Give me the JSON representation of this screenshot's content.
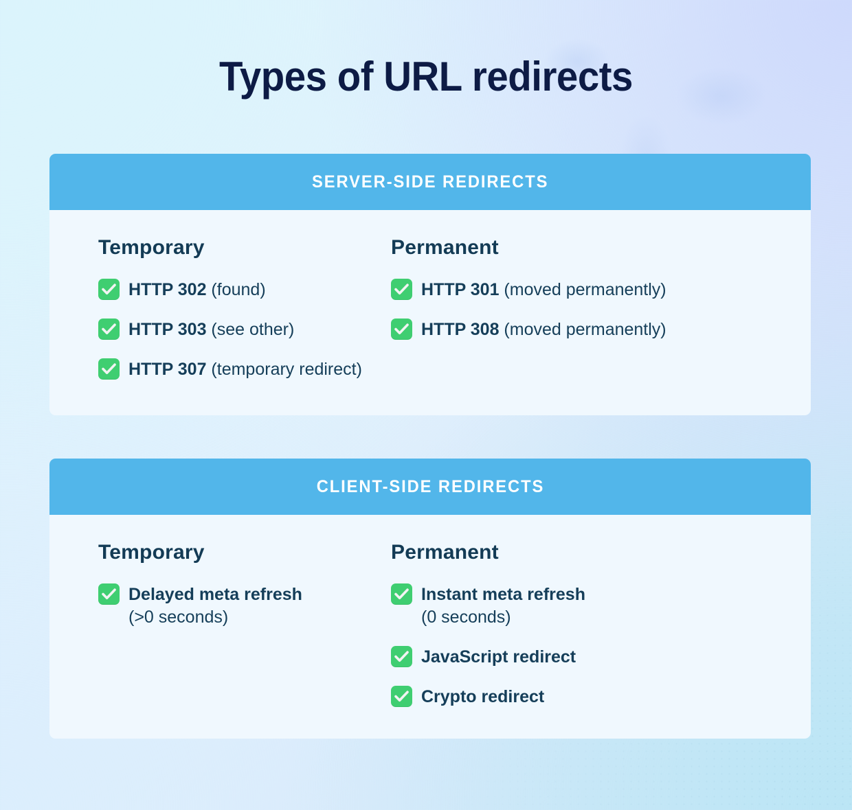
{
  "page": {
    "title": "Types of URL redirects",
    "colors": {
      "title_text": "#0D1B45",
      "header_blue": "#52B6EA",
      "panel_bg": "#F0F8FE",
      "body_text": "#153E59",
      "check_green": "#3FCE71",
      "check_mark": "#F2F4F3"
    }
  },
  "sections": [
    {
      "id": "server-side",
      "header": "SERVER-SIDE REDIRECTS",
      "columns": [
        {
          "id": "temporary",
          "title": "Temporary",
          "items": [
            {
              "icon": "check-box-icon",
              "strong": "HTTP 302",
              "note": " (found)",
              "sub": ""
            },
            {
              "icon": "check-box-icon",
              "strong": "HTTP 303",
              "note": " (see other)",
              "sub": ""
            },
            {
              "icon": "check-box-icon",
              "strong": "HTTP 307",
              "note": " (temporary redirect)",
              "sub": ""
            }
          ]
        },
        {
          "id": "permanent",
          "title": "Permanent",
          "items": [
            {
              "icon": "check-box-icon",
              "strong": "HTTP 301",
              "note": " (moved permanently)",
              "sub": ""
            },
            {
              "icon": "check-box-icon",
              "strong": "HTTP 308",
              "note": " (moved permanently)",
              "sub": ""
            }
          ]
        }
      ]
    },
    {
      "id": "client-side",
      "header": "CLIENT-SIDE REDIRECTS",
      "columns": [
        {
          "id": "temporary",
          "title": "Temporary",
          "items": [
            {
              "icon": "check-box-icon",
              "strong": "Delayed meta refresh",
              "note": "",
              "sub": "(>0 seconds)"
            }
          ]
        },
        {
          "id": "permanent",
          "title": "Permanent",
          "items": [
            {
              "icon": "check-box-icon",
              "strong": "Instant meta refresh",
              "note": "",
              "sub": "(0 seconds)"
            },
            {
              "icon": "check-box-icon",
              "strong": "JavaScript redirect",
              "note": "",
              "sub": ""
            },
            {
              "icon": "check-box-icon",
              "strong": "Crypto redirect",
              "note": "",
              "sub": ""
            }
          ]
        }
      ]
    }
  ]
}
